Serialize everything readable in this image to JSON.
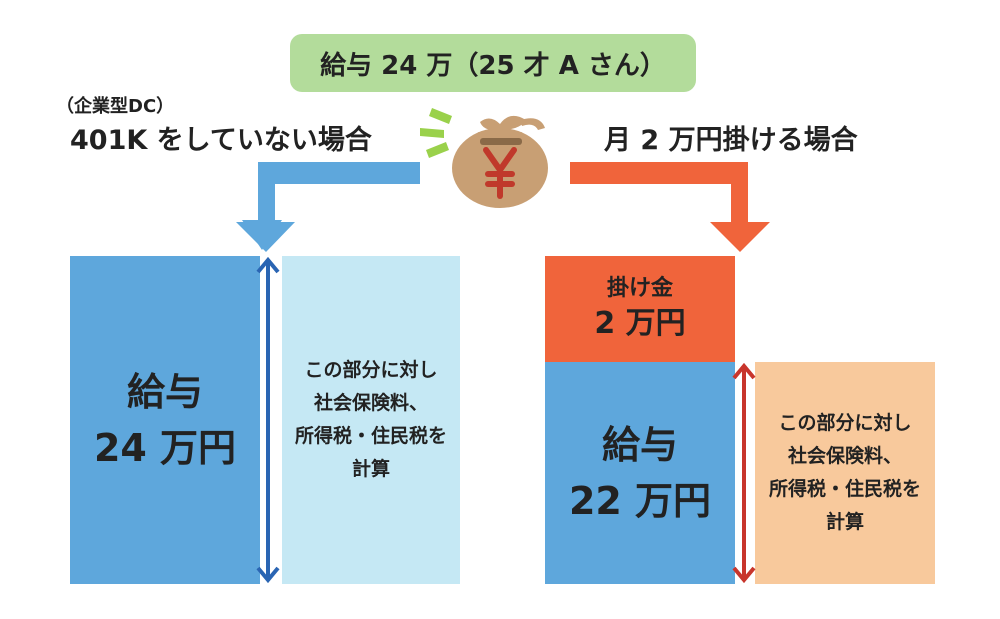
{
  "title": "給与 24 万（25 才 A さん）",
  "left": {
    "subtitle": "（企業型DC）",
    "heading": "401K をしていない場合",
    "salary_label": "給与",
    "salary_value": "24 万円",
    "note_lines": [
      "この部分に対し",
      "社会保険料、",
      "所得税・住民税を",
      "計算"
    ]
  },
  "right": {
    "heading": "月 2 万円掛ける場合",
    "contribution_label": "掛け金",
    "contribution_value": "2 万円",
    "salary_label": "給与",
    "salary_value": "22 万円",
    "note_lines": [
      "この部分に対し",
      "社会保険料、",
      "所得税・住民税を",
      "計算"
    ]
  },
  "colors": {
    "blue": "#5ea7dc",
    "light_blue": "#c5e8f4",
    "orange": "#f0643b",
    "peach": "#f8c99c",
    "green": "#b3dc9b",
    "dark_blue_arrow": "#2a65b3",
    "red_arrow": "#c8352c",
    "bag": "#c89f74",
    "yen": "#c0392b"
  },
  "icons": [
    "money-bag-icon",
    "yen-icon",
    "sparkle-icon"
  ]
}
